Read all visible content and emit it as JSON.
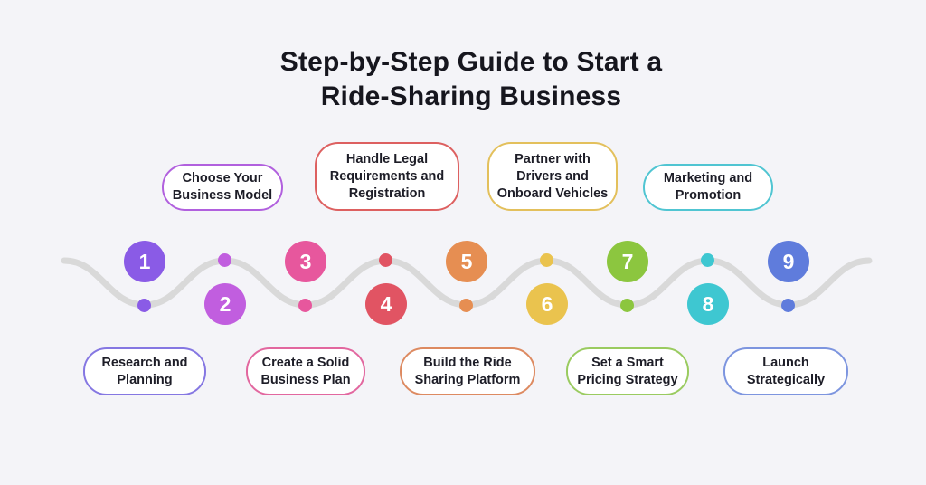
{
  "canvas": {
    "background": "#f4f4f8"
  },
  "title": {
    "line1": "Step-by-Step Guide to Start a",
    "line2": "Ride-Sharing Business",
    "color": "#16161e"
  },
  "wave": {
    "color": "#d9d9d9"
  },
  "steps": [
    {
      "number": "1",
      "label": "Research and Planning",
      "label_position": "bottom",
      "circle_color": "#8A5BE6",
      "pill_border_color": "#8577E2"
    },
    {
      "number": "2",
      "label": "Choose Your Business Model",
      "label_position": "top",
      "circle_color": "#C15EDF",
      "pill_border_color": "#B160DE"
    },
    {
      "number": "3",
      "label": "Create a Solid Business Plan",
      "label_position": "bottom",
      "circle_color": "#E7579D",
      "pill_border_color": "#E2679F"
    },
    {
      "number": "4",
      "label": "Handle Legal Requirements and Registration",
      "label_position": "top",
      "circle_color": "#E15463",
      "pill_border_color": "#DD6060"
    },
    {
      "number": "5",
      "label": "Build the Ride Sharing Platform",
      "label_position": "bottom",
      "circle_color": "#E68E52",
      "pill_border_color": "#DD8A61"
    },
    {
      "number": "6",
      "label": "Partner with Drivers and Onboard Vehicles",
      "label_position": "top",
      "circle_color": "#EAC34E",
      "pill_border_color": "#E3C05C"
    },
    {
      "number": "7",
      "label": "Set a Smart Pricing Strategy",
      "label_position": "bottom",
      "circle_color": "#8CC63F",
      "pill_border_color": "#9ACB60"
    },
    {
      "number": "8",
      "label": "Marketing and Promotion",
      "label_position": "top",
      "circle_color": "#3EC7D1",
      "pill_border_color": "#50C5D2"
    },
    {
      "number": "9",
      "label": "Launch Strategically",
      "label_position": "bottom",
      "circle_color": "#5F7CDC",
      "pill_border_color": "#7D95DF"
    }
  ]
}
